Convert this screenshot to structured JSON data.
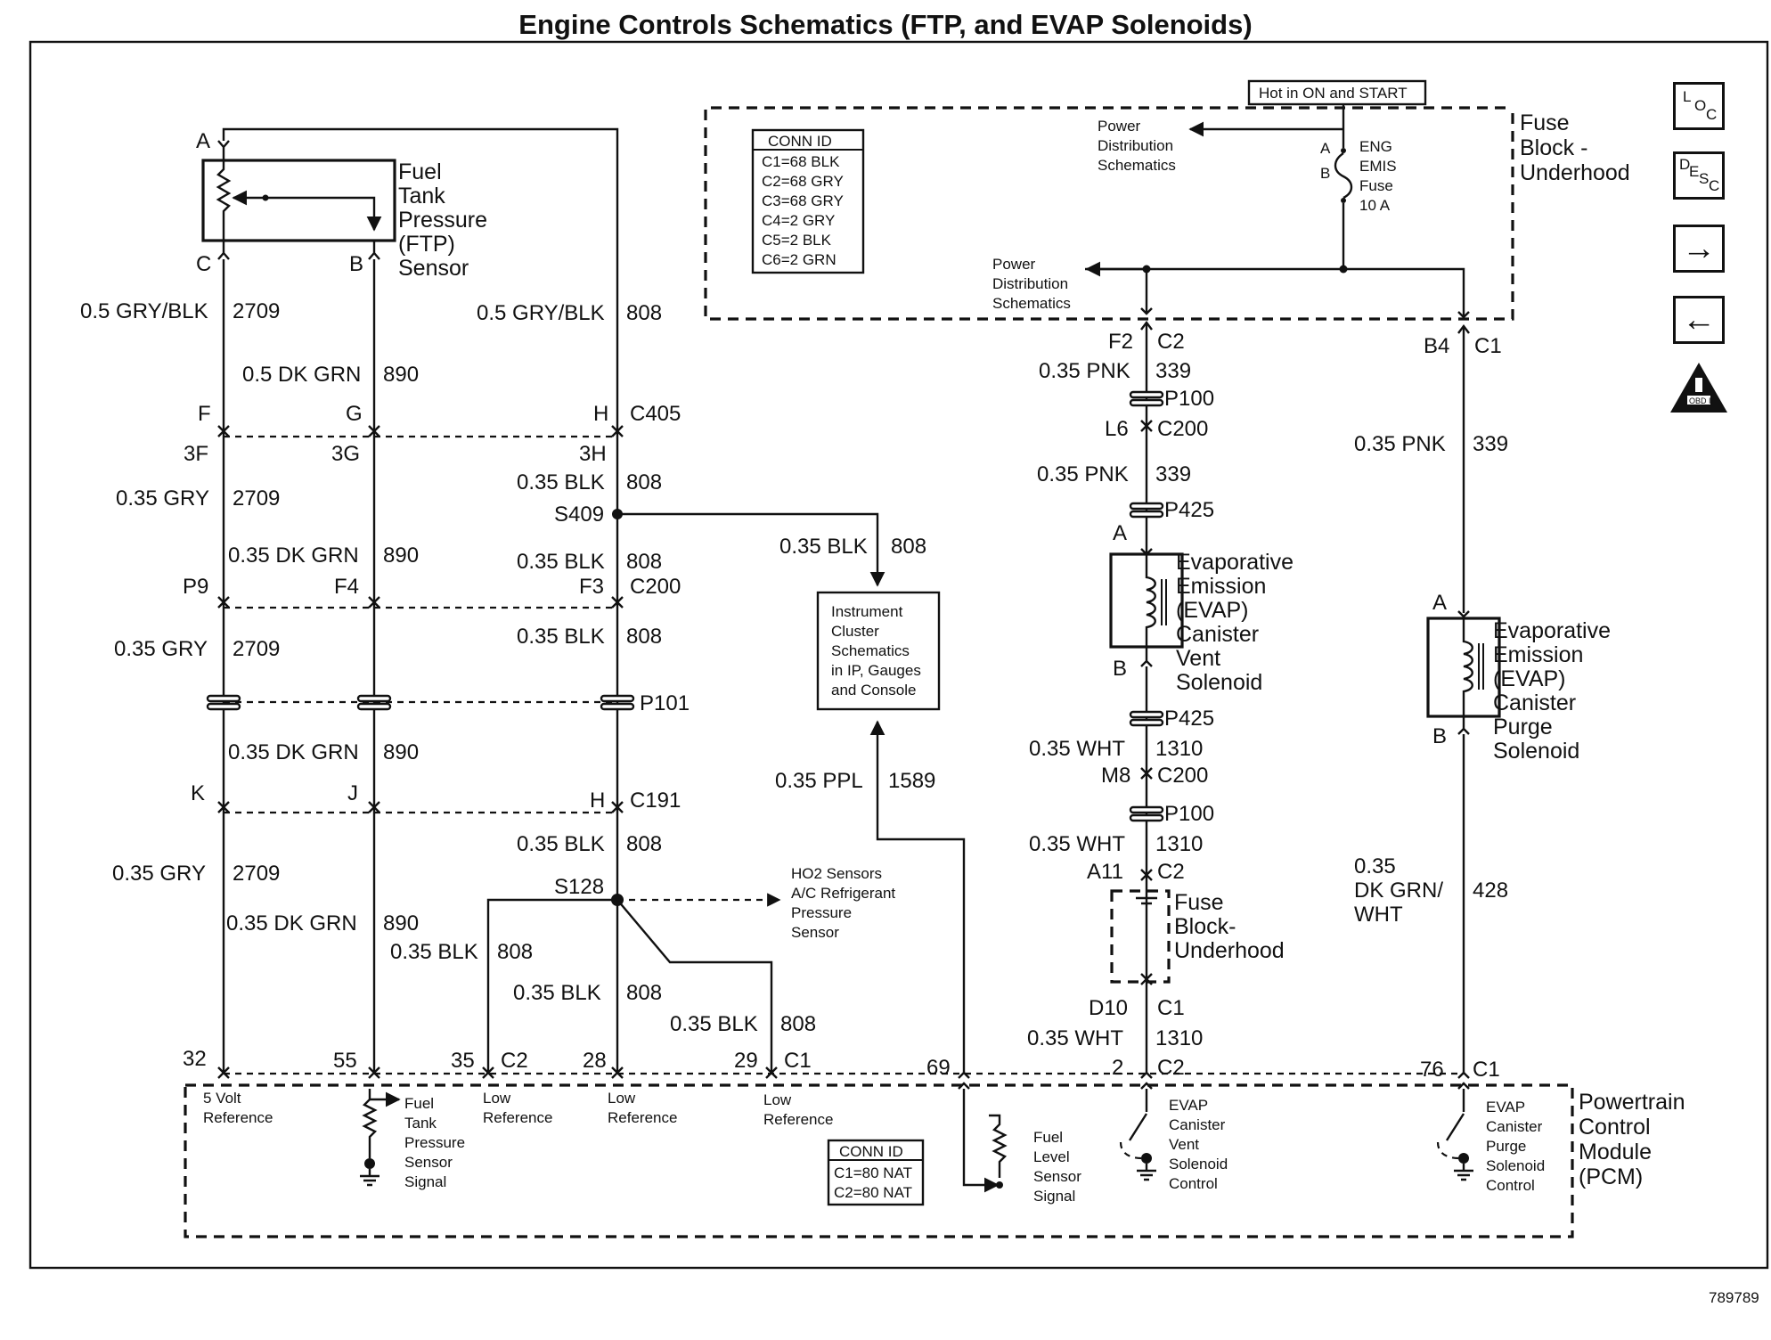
{
  "title": "Engine Controls Schematics (FTP, and EVAP Solenoids)",
  "figure_number": "789789",
  "hot_label": "Hot in ON and START",
  "fuse_block_top": [
    "Fuse",
    "Block -",
    "Underhood"
  ],
  "conn_id_top": {
    "header": "CONN ID",
    "rows": [
      "C1=68 BLK",
      "C2=68 GRY",
      "C3=68 GRY",
      "C4=2 GRY",
      "C5=2 BLK",
      "C6=2 GRN"
    ]
  },
  "conn_id_pcm": {
    "header": "CONN ID",
    "rows": [
      "C1=80 NAT",
      "C2=80 NAT"
    ]
  },
  "power_dist_1": [
    "Power",
    "Distribution",
    "Schematics"
  ],
  "power_dist_2": [
    "Power",
    "Distribution",
    "Schematics"
  ],
  "fuse": {
    "pin_a": "A",
    "pin_b": "B",
    "label": [
      "ENG",
      "EMIS",
      "Fuse",
      "10 A"
    ]
  },
  "ftp_sensor": {
    "label": [
      "Fuel",
      "Tank",
      "Pressure",
      "(FTP)",
      "Sensor"
    ],
    "pin_a": "A",
    "pin_b": "B",
    "pin_c": "C"
  },
  "instrument_cluster": [
    "Instrument",
    "Cluster",
    "Schematics",
    "in IP, Gauges",
    "and Console"
  ],
  "ho2_note": [
    "HO2 Sensors",
    "A/C Refrigerant",
    "Pressure",
    "Sensor"
  ],
  "vent_solenoid": {
    "label": [
      "Evaporative",
      "Emission",
      "(EVAP)",
      "Canister",
      "Vent",
      "Solenoid"
    ],
    "pin_a": "A",
    "pin_b": "B"
  },
  "purge_solenoid": {
    "label": [
      "Evaporative",
      "Emission",
      "(EVAP)",
      "Canister",
      "Purge",
      "Solenoid"
    ],
    "pin_a": "A",
    "pin_b": "B"
  },
  "fuse_block_lower": [
    "Fuse",
    "Block-",
    "Underhood"
  ],
  "pcm": {
    "label": [
      "Powertrain",
      "Control",
      "Module",
      "(PCM)"
    ],
    "five_volt": [
      "5 Volt",
      "Reference"
    ],
    "ftp_signal": [
      "Fuel",
      "Tank",
      "Pressure",
      "Sensor",
      "Signal"
    ],
    "low_ref": [
      "Low",
      "Reference"
    ],
    "fuel_level": [
      "Fuel",
      "Level",
      "Sensor",
      "Signal"
    ],
    "vent_control": [
      "EVAP",
      "Canister",
      "Vent",
      "Solenoid",
      "Control"
    ],
    "purge_control": [
      "EVAP",
      "Canister",
      "Purge",
      "Solenoid",
      "Control"
    ]
  },
  "wires": {
    "w2709_a": {
      "color": "0.5 GRY/BLK",
      "circuit": "2709"
    },
    "w808_a": {
      "color": "0.5 GRY/BLK",
      "circuit": "808"
    },
    "w890_a": {
      "color": "0.5 DK GRN",
      "circuit": "890"
    },
    "w2709_b": {
      "color": "0.35 GRY",
      "circuit": "2709"
    },
    "w890_b": {
      "color": "0.35 DK GRN",
      "circuit": "890"
    },
    "w808_b": {
      "color": "0.35 BLK",
      "circuit": "808"
    },
    "w808_c": {
      "color": "0.35 BLK",
      "circuit": "808"
    },
    "w808_ic": {
      "color": "0.35 BLK",
      "circuit": "808"
    },
    "w2709_c": {
      "color": "0.35 GRY",
      "circuit": "2709"
    },
    "w808_d": {
      "color": "0.35 BLK",
      "circuit": "808"
    },
    "w890_c": {
      "color": "0.35 DK GRN",
      "circuit": "890"
    },
    "w2709_d": {
      "color": "0.35 GRY",
      "circuit": "2709"
    },
    "w890_d": {
      "color": "0.35 DK GRN",
      "circuit": "890"
    },
    "w808_e": {
      "color": "0.35 BLK",
      "circuit": "808"
    },
    "w808_f": {
      "color": "0.35 BLK",
      "circuit": "808"
    },
    "w808_g": {
      "color": "0.35 BLK",
      "circuit": "808"
    },
    "w808_h": {
      "color": "0.35 BLK",
      "circuit": "808"
    },
    "w1589": {
      "color": "0.35 PPL",
      "circuit": "1589"
    },
    "w339_a": {
      "color": "0.35 PNK",
      "circuit": "339"
    },
    "w339_b": {
      "color": "0.35 PNK",
      "circuit": "339"
    },
    "w339_c": {
      "color": "0.35 PNK",
      "circuit": "339"
    },
    "w1310_a": {
      "color": "0.35 WHT",
      "circuit": "1310"
    },
    "w1310_b": {
      "color": "0.35 WHT",
      "circuit": "1310"
    },
    "w1310_c": {
      "color": "0.35 WHT",
      "circuit": "1310"
    },
    "w428": {
      "color": [
        "0.35",
        "DK GRN/",
        "WHT"
      ],
      "circuit": "428"
    }
  },
  "connectors": {
    "c405": {
      "pins": [
        "F",
        "G",
        "H"
      ],
      "name": "C405",
      "mates": [
        "3F",
        "3G",
        "3H"
      ]
    },
    "c200_a": {
      "pins": [
        "P9",
        "F4",
        "F3"
      ],
      "name": "C200"
    },
    "p101": "P101",
    "c191": {
      "pins": [
        "K",
        "J",
        "H"
      ],
      "name": "C191"
    },
    "s409": "S409",
    "s128": "S128",
    "fb_f2": {
      "pin": "F2",
      "name": "C2"
    },
    "fb_b4": {
      "pin": "B4",
      "name": "C1"
    },
    "p100_a": "P100",
    "c200_l6": {
      "pin": "L6",
      "name": "C200"
    },
    "p425_a": "P425",
    "p425_b": "P425",
    "c200_m8": {
      "pin": "M8",
      "name": "C200"
    },
    "p100_b": "P100",
    "fb_a11": {
      "pin": "A11",
      "name": "C2"
    },
    "fb_d10": {
      "pin": "D10",
      "name": "C1"
    },
    "pcm_pins": {
      "p32": "32",
      "p55": "55",
      "p35": "35",
      "c2a": "C2",
      "p28": "28",
      "p29": "29",
      "c1a": "C1",
      "p69": "69",
      "p2": "2",
      "c2b": "C2",
      "p76": "76",
      "c1b": "C1"
    }
  },
  "nav": {
    "loc": [
      "L",
      "O",
      "C"
    ],
    "desc": [
      "D",
      "E",
      "S",
      "C"
    ],
    "next": "→",
    "prev": "←",
    "obd": "OBD II"
  }
}
